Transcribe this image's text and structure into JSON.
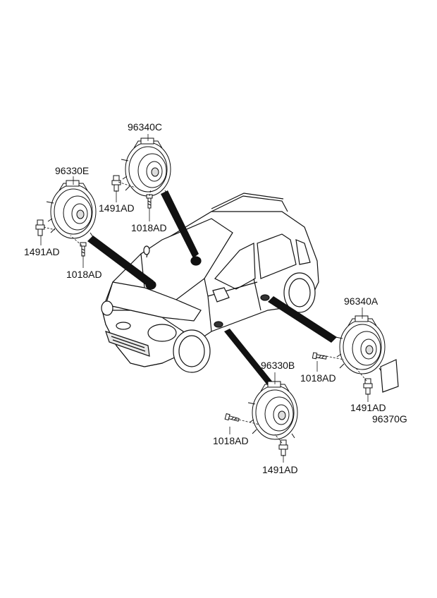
{
  "diagram": {
    "parts": {
      "front_door_speaker_left": "96330E",
      "front_tweeter_speaker": "96340C",
      "front_door_speaker_right": "96330B",
      "rear_door_speaker": "96340A",
      "speaker_pad": "96370G"
    },
    "fasteners": {
      "bolt": "1018AD",
      "clip": "1491AD"
    }
  }
}
